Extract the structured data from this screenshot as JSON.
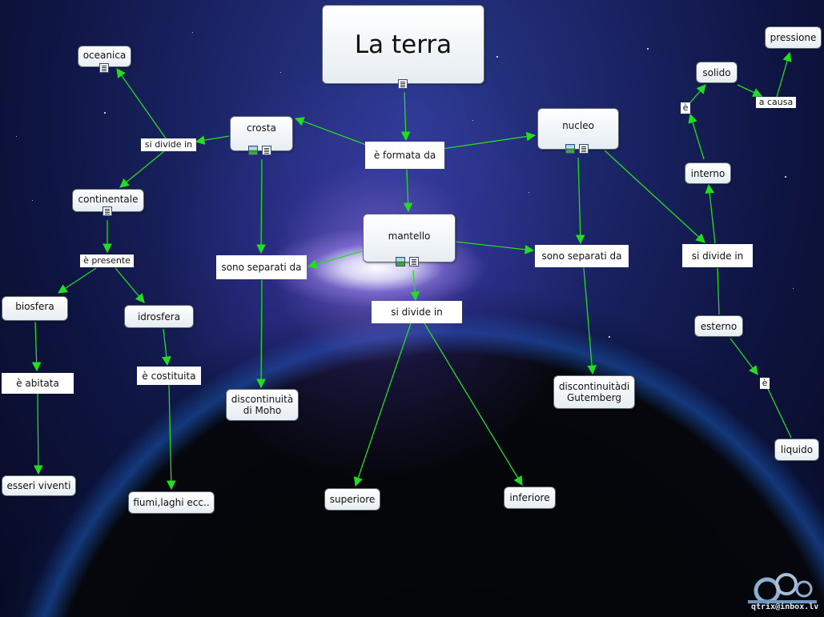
{
  "title": "La terra",
  "concepts": {
    "crosta": "crosta",
    "nucleo": "nucleo",
    "mantello": "mantello",
    "oceanica": "oceanica",
    "continentale": "continentale",
    "biosfera": "biosfera",
    "idrosfera": "idrosfera",
    "esseri_viventi": "esseri viventi",
    "fiumi_laghi": "fiumi,laghi ecc..",
    "discontinuita_moho": "discontinuità di Moho",
    "discontinuita_gutemberg": "discontinuitàdi Gutemberg",
    "superiore": "superiore",
    "inferiore": "inferiore",
    "pressione": "pressione",
    "solido": "solido",
    "interno": "interno",
    "esterno": "esterno",
    "liquido": "liquido"
  },
  "linking_phrases": {
    "formata_da": "è formata da",
    "si_divide_in_crosta": "si divide in",
    "e_presente": "è presente",
    "e_abitata": "è abitata",
    "e_costituita": "è costituita",
    "sono_separati_da_left": "sono separati da",
    "sono_separati_da_right": "sono separati da",
    "si_divide_in_mantello": "si divide in",
    "si_divide_in_nucleo": "si divide in",
    "e_interno": "è",
    "e_esterno": "è",
    "a_causa": "a causa"
  },
  "watermark": "qtrix@inbox.lv",
  "colors": {
    "link": "#22dd22",
    "concept_bg": "#eef3f6",
    "background": "#1b2466"
  }
}
